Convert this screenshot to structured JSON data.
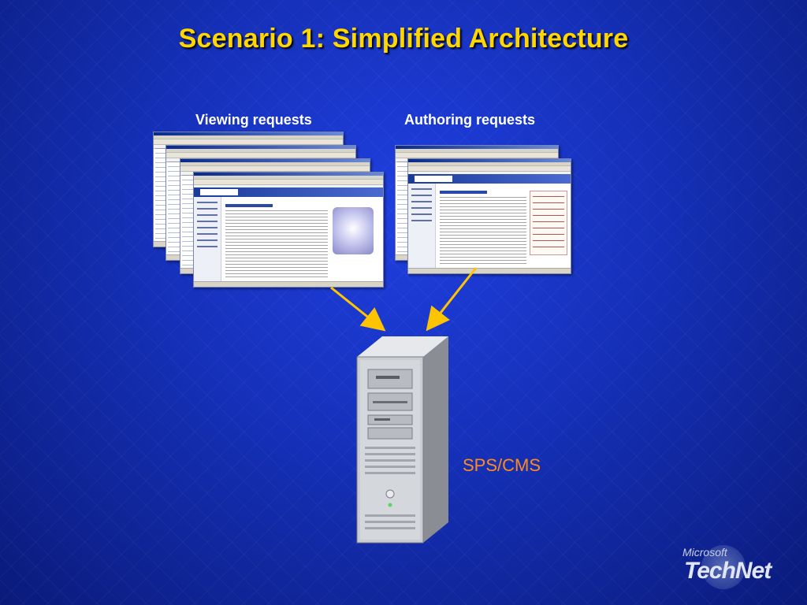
{
  "slide": {
    "title": "Scenario 1: Simplified Architecture",
    "title_color": "#ffd700",
    "background_color": "#1530b8"
  },
  "labels": {
    "viewing": "Viewing requests",
    "authoring": "Authoring requests",
    "server": "SPS/CMS",
    "server_color": "#ff8c1a"
  },
  "arrow_color": "#ffc400",
  "logo": {
    "brand": "Microsoft",
    "product": "TechNet"
  }
}
